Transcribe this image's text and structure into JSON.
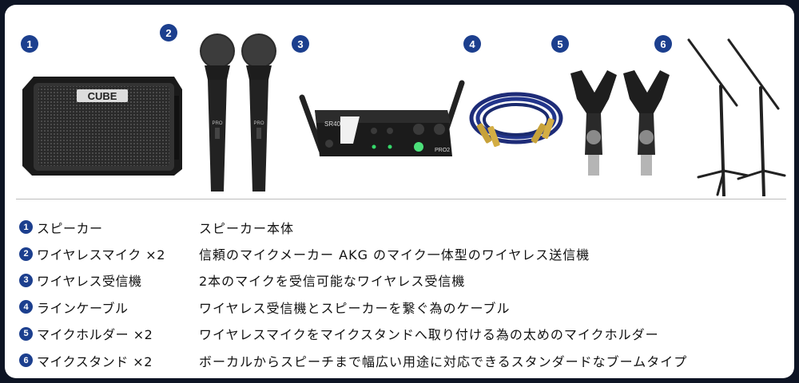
{
  "products": [
    {
      "number": "1",
      "icon": "amplifier-speaker-icon",
      "brand_text": "CUBE"
    },
    {
      "number": "2",
      "icon": "wireless-microphone-icon",
      "mic_label": "PRO"
    },
    {
      "number": "3",
      "icon": "wireless-receiver-icon",
      "model_text": "SR40",
      "brand_text": "PRO2"
    },
    {
      "number": "4",
      "icon": "line-cable-icon"
    },
    {
      "number": "5",
      "icon": "mic-holder-icon"
    },
    {
      "number": "6",
      "icon": "mic-stand-icon"
    }
  ],
  "items": [
    {
      "number": "1",
      "name": "スピーカー",
      "desc": "スピーカー本体"
    },
    {
      "number": "2",
      "name": "ワイヤレスマイク ×2",
      "desc": "信頼のマイクメーカー AKG のマイク一体型のワイヤレス送信機"
    },
    {
      "number": "3",
      "name": "ワイヤレス受信機",
      "desc": "2本のマイクを受信可能なワイヤレス受信機"
    },
    {
      "number": "4",
      "name": "ラインケーブル",
      "desc": "ワイヤレス受信機とスピーカーを繋ぐ為のケーブル"
    },
    {
      "number": "5",
      "name": "マイクホルダー ×2",
      "desc": "ワイヤレスマイクをマイクスタンドへ取り付ける為の太めのマイクホルダー"
    },
    {
      "number": "6",
      "name": "マイクスタンド ×2",
      "desc": "ボーカルからスピーチまで幅広い用途に対応できるスタンダードなブームタイプ"
    }
  ],
  "colors": {
    "badge": "#1c3f8e",
    "frame_bg": "#0d1424"
  }
}
